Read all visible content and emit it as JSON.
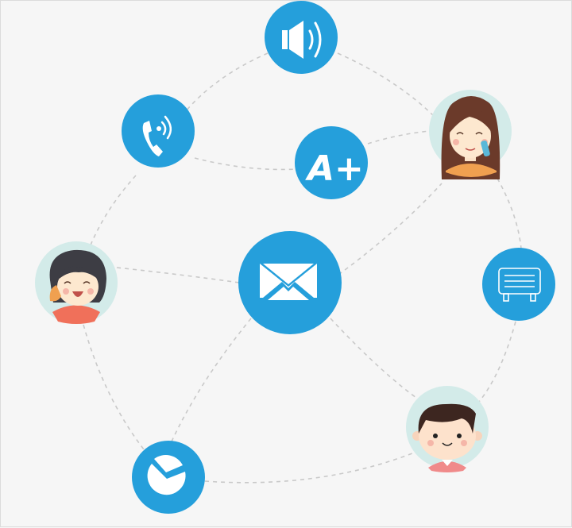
{
  "colors": {
    "accent": "#259fdb",
    "avatar_bg": "#d3ebe9",
    "background": "#f6f6f6"
  },
  "nodes": [
    {
      "id": "speaker",
      "icon": "speaker-icon"
    },
    {
      "id": "phone",
      "icon": "phone-ringing-icon"
    },
    {
      "id": "grade",
      "icon": "grade-a-plus-icon",
      "label": "A+"
    },
    {
      "id": "woman",
      "icon": "woman-on-phone-avatar"
    },
    {
      "id": "girl",
      "icon": "girl-on-phone-avatar"
    },
    {
      "id": "mail",
      "icon": "envelope-icon"
    },
    {
      "id": "board",
      "icon": "signboard-icon"
    },
    {
      "id": "boy",
      "icon": "boy-avatar"
    },
    {
      "id": "chart",
      "icon": "pie-chart-icon"
    }
  ]
}
